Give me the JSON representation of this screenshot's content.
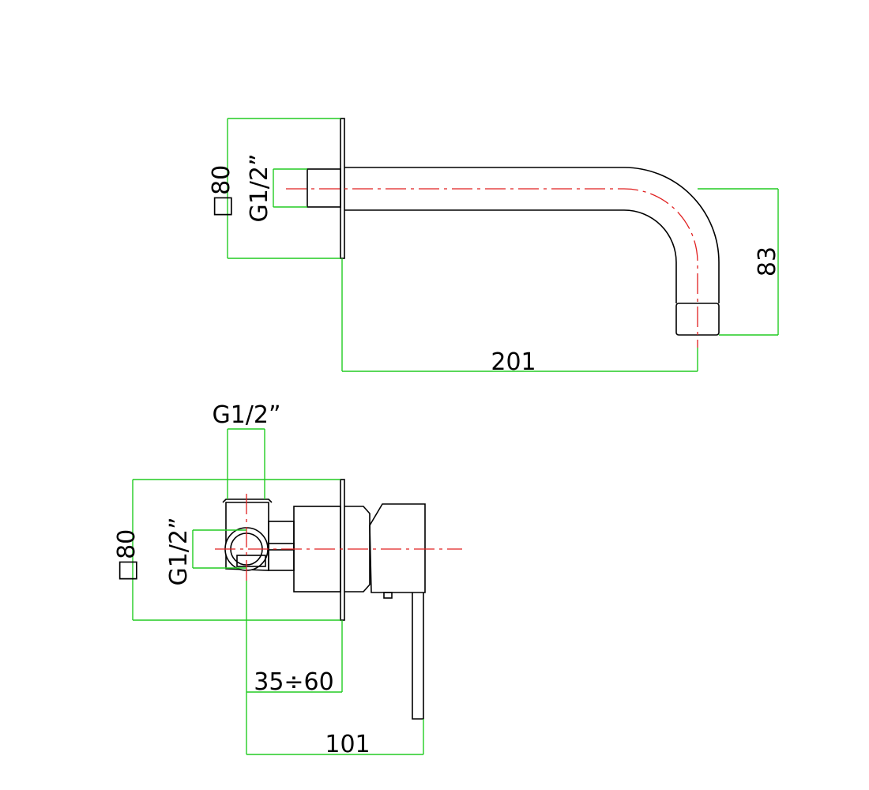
{
  "diagram": {
    "colors": {
      "outline": "#000000",
      "dimension_lines": "#22cc22",
      "center_lines": "#e02020",
      "background": "#ffffff"
    },
    "spout_view": {
      "plate_size_label": "□80",
      "thread_label": "G1/2”",
      "projection_label": "201",
      "drop_height_label": "83"
    },
    "mixer_view": {
      "top_thread_label": "G1/2”",
      "side_thread_label": "G1/2”",
      "plate_size_label": "□80",
      "depth_range_label": "35÷60",
      "overall_depth_label": "101"
    }
  }
}
